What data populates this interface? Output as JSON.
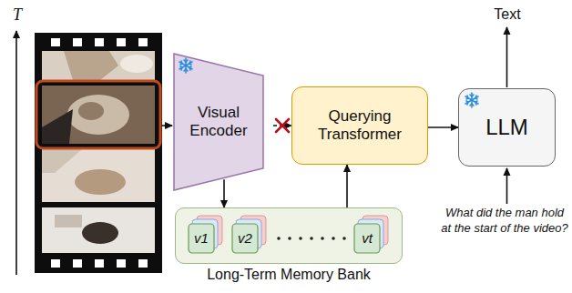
{
  "diagram": {
    "nodes": [
      {
        "text": [
          "Visual Encoder"
        ]
      },
      {
        "text": [
          "Querying Transformer"
        ]
      },
      {
        "text": [
          "LLM"
        ]
      },
      {
        "text": [
          "Long-Term Memory Bank"
        ]
      },
      {
        "text": [
          "v1"
        ],
        "in": 3
      },
      {
        "text": [
          "v2"
        ],
        "in": 3
      },
      {
        "text": [
          "vt"
        ],
        "in": 3
      }
    ],
    "edges": [
      {
        "from": 0,
        "to": 1,
        "arrow": "to"
      },
      {
        "from": 0,
        "to": 3,
        "arrow": "to"
      },
      {
        "from": 3,
        "to": 1,
        "arrow": "to"
      },
      {
        "from": 1,
        "to": 2,
        "arrow": "to"
      }
    ],
    "labels": [
      "T",
      "Text",
      "What did the man hold at the start of the video?"
    ]
  }
}
